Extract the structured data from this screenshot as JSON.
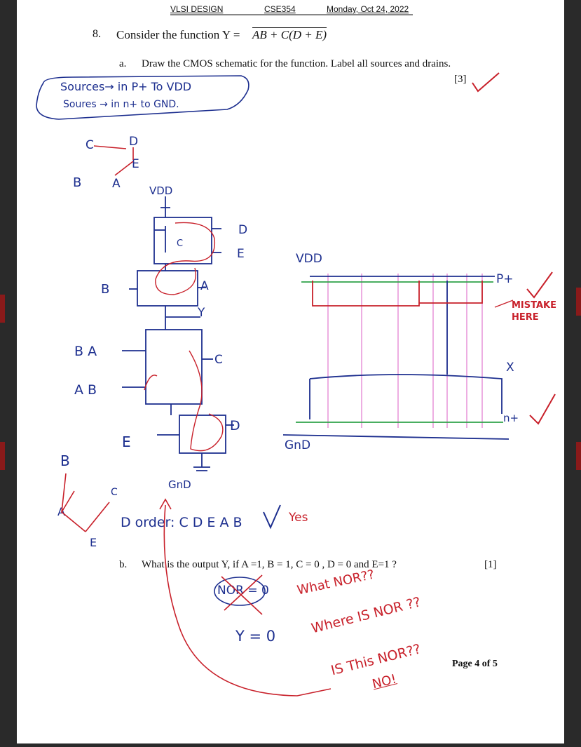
{
  "header": {
    "course": "VLSI DESIGN",
    "code": "CSE354",
    "date": "Monday, Oct 24, 2022"
  },
  "question": {
    "number": "8.",
    "prompt": "Consider the function Y = ",
    "expression": "AB + C(D + E)",
    "part_a_label": "a.",
    "part_a_text": "Draw the CMOS schematic for the function. Label all sources and drains.",
    "part_a_marks": "[3]",
    "part_b_label": "b.",
    "part_b_text": "What is the output Y,  if A =1, B = 1, C = 0 , D = 0 and E=1 ?",
    "part_b_marks": "[1]"
  },
  "notes": {
    "sources_line1": "Sources→ in P+ To VDD",
    "sources_line2": "Soures → in n+ to GND.",
    "graph_c": "C",
    "graph_d": "D",
    "graph_e": "E",
    "graph_b": "B",
    "graph_a": "A",
    "vdd_left": "VDD",
    "gnd_left": "GnD",
    "pmos_c": "C",
    "pmos_d": "D",
    "pmos_e": "E",
    "pmos_b": "B",
    "pmos_a": "A",
    "out_y": "Y",
    "nmos_b": "B A",
    "nmos_a": "A B",
    "nmos_c": "C",
    "nmos_e": "E",
    "nmos_d": "D",
    "graph2_b": "B",
    "graph2_a": "A",
    "graph2_c": "C",
    "graph2_e": "E",
    "order": "D order: C D E A B",
    "yes": "Yes",
    "vdd_right": "VDD",
    "gnd_right": "GnD",
    "p_plus": "P+",
    "n_plus": "n+",
    "x_label": "X",
    "mistake": "MISTAKE\nHERE",
    "nor_answer": "NOR = 0",
    "y_answer": "Y = 0",
    "comment1": "What NOR??",
    "comment2": "Where IS NOR ??",
    "comment3": "IS This NOR??",
    "comment4": "NO!"
  },
  "footer": {
    "page": "Page 4 of 5"
  },
  "colors": {
    "ink_blue": "#1d2f8f",
    "ink_red": "#c8202a",
    "pink": "#e58bd6",
    "green": "#2fa34a"
  }
}
